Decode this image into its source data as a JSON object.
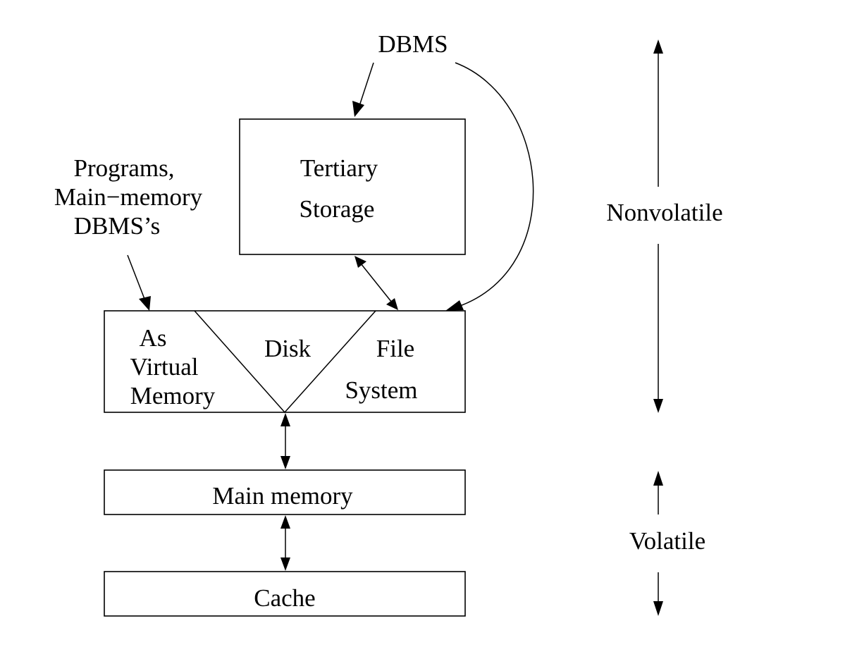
{
  "labels": {
    "dbms": "DBMS",
    "programs_line1": "Programs,",
    "programs_line2": "Main−memory",
    "programs_line3": "DBMS’s",
    "tertiary_line1": "Tertiary",
    "tertiary_line2": "Storage",
    "vm_line1": "As",
    "vm_line2": "Virtual",
    "vm_line3": "Memory",
    "disk": "Disk",
    "fs_line1": "File",
    "fs_line2": "System",
    "main_memory": "Main memory",
    "cache": "Cache",
    "nonvolatile": "Nonvolatile",
    "volatile": "Volatile"
  }
}
